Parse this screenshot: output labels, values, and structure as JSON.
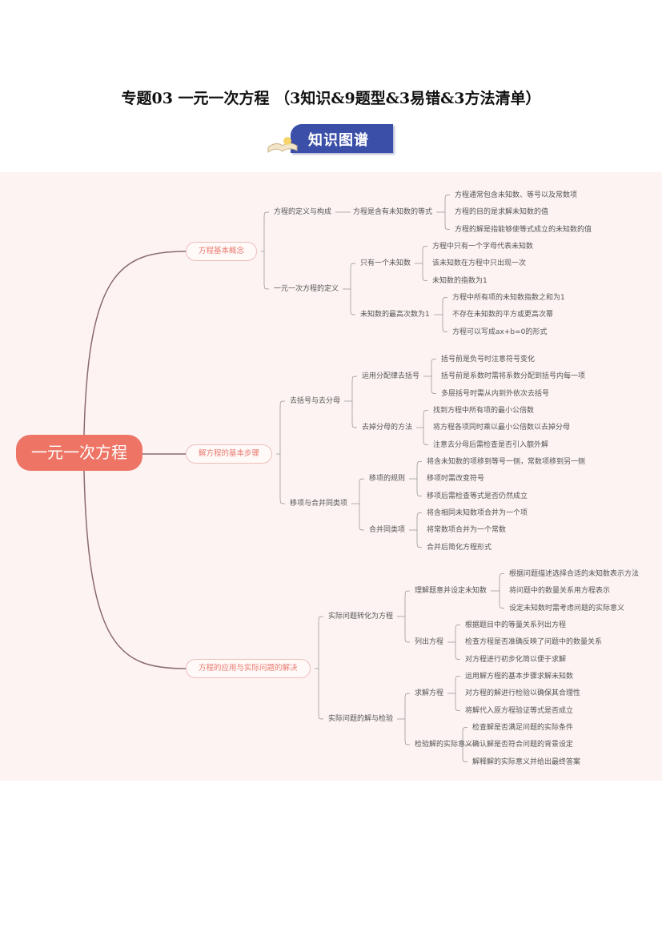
{
  "document": {
    "title": "专题03  一元一次方程  （3知识&9题型&3易错&3方法清单）",
    "badge_label": "知识图谱"
  },
  "colors": {
    "root": "#ee7566",
    "badge": "#3b4fa8",
    "map_background": "#fdf3f3"
  },
  "mindmap": {
    "root": "一元一次方程",
    "branches": [
      {
        "label": "方程基本概念",
        "children": [
          {
            "label": "方程的定义与构成",
            "children": [
              {
                "label": "方程是含有未知数的等式",
                "children": [
                  "方程通常包含未知数、等号以及常数项",
                  "方程的目的是求解未知数的值",
                  "方程的解是指能够使等式成立的未知数的值"
                ]
              }
            ]
          },
          {
            "label": "一元一次方程的定义",
            "children": [
              {
                "label": "只有一个未知数",
                "children": [
                  "方程中只有一个字母代表未知数",
                  "该未知数在方程中只出现一次",
                  "未知数的指数为1"
                ]
              },
              {
                "label": "未知数的最高次数为1",
                "children": [
                  "方程中所有项的未知数指数之和为1",
                  "不存在未知数的平方或更高次幂",
                  "方程可以写成ax+b=0的形式"
                ]
              }
            ]
          }
        ]
      },
      {
        "label": "解方程的基本步骤",
        "children": [
          {
            "label": "去括号与去分母",
            "children": [
              {
                "label": "运用分配律去括号",
                "children": [
                  "括号前是负号时注意符号变化",
                  "括号前是系数时需将系数分配到括号内每一项",
                  "多层括号时需从内到外依次去括号"
                ]
              },
              {
                "label": "去掉分母的方法",
                "children": [
                  "找到方程中所有项的最小公倍数",
                  "将方程各项同时乘以最小公倍数以去掉分母",
                  "注意去分母后需检查是否引入额外解"
                ]
              }
            ]
          },
          {
            "label": "移项与合并同类项",
            "children": [
              {
                "label": "移项的规则",
                "children": [
                  "将含未知数的项移到等号一侧，常数项移到另一侧",
                  "移项时需改变符号",
                  "移项后需检查等式是否仍然成立"
                ]
              },
              {
                "label": "合并同类项",
                "children": [
                  "将含相同未知数项合并为一个项",
                  "将常数项合并为一个常数",
                  "合并后简化方程形式"
                ]
              }
            ]
          }
        ]
      },
      {
        "label": "方程的应用与实际问题的解决",
        "children": [
          {
            "label": "实际问题转化为方程",
            "children": [
              {
                "label": "理解题意并设定未知数",
                "children": [
                  "根据问题描述选择合适的未知数表示方法",
                  "将问题中的数量关系用方程表示",
                  "设定未知数时需考虑问题的实际意义"
                ]
              },
              {
                "label": "列出方程",
                "children": [
                  "根据题目中的等量关系列出方程",
                  "检查方程是否准确反映了问题中的数量关系",
                  "对方程进行初步化简以便于求解"
                ]
              }
            ]
          },
          {
            "label": "实际问题的解与检验",
            "children": [
              {
                "label": "求解方程",
                "children": [
                  "运用解方程的基本步骤求解未知数",
                  "对方程的解进行检验以确保其合理性",
                  "将解代入原方程验证等式是否成立"
                ]
              },
              {
                "label": "检验解的实际意义",
                "children": [
                  "检查解是否满足问题的实际条件",
                  "确认解是否符合问题的背景设定",
                  "解释解的实际意义并给出最终答案"
                ]
              }
            ]
          }
        ]
      }
    ]
  }
}
